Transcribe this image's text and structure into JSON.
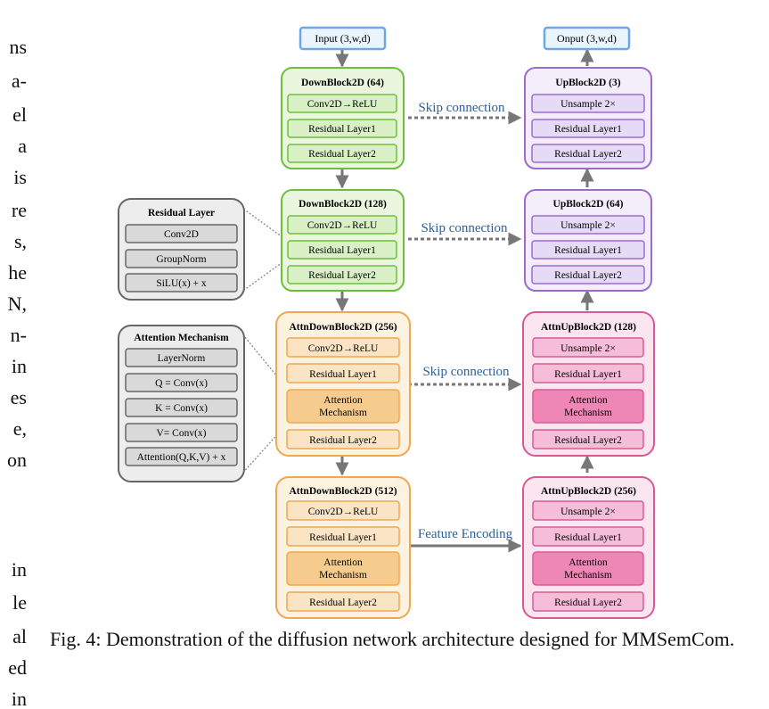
{
  "left_margin_text": [
    "ns",
    "a-",
    "el",
    "a",
    "is",
    "re",
    "s,",
    "he",
    "N,",
    "n-",
    "in",
    "es",
    "e,",
    "on",
    "in",
    "le",
    "al",
    "ed",
    "in"
  ],
  "input_label": "Input (3,w,d)",
  "output_label": "Onput (3,w,d)",
  "down_blocks": [
    {
      "title": "DownBlock2D (64)",
      "layers": [
        "Conv2D→ReLU",
        "Residual Layer1",
        "Residual Layer2"
      ]
    },
    {
      "title": "DownBlock2D (128)",
      "layers": [
        "Conv2D→ReLU",
        "Residual Layer1",
        "Residual Layer2"
      ]
    },
    {
      "title": "AttnDownBlock2D (256)",
      "layers": [
        "Conv2D→ReLU",
        "Residual Layer1",
        "Attention|Mechanism",
        "Residual Layer2"
      ]
    },
    {
      "title": "AttnDownBlock2D (512)",
      "layers": [
        "Conv2D→ReLU",
        "Residual Layer1",
        "Attention|Mechanism",
        "Residual Layer2"
      ]
    }
  ],
  "up_blocks": [
    {
      "title": "UpBlock2D (3)",
      "layers": [
        "Unsample 2×",
        "Residual Layer1",
        "Residual Layer2"
      ]
    },
    {
      "title": "UpBlock2D (64)",
      "layers": [
        "Unsample 2×",
        "Residual Layer1",
        "Residual Layer2"
      ]
    },
    {
      "title": "AttnUpBlock2D (128)",
      "layers": [
        "Unsample 2×",
        "Residual Layer1",
        "Attention|Mechanism",
        "Residual Layer2"
      ]
    },
    {
      "title": "AttnUpBlock2D (256)",
      "layers": [
        "Unsample 2×",
        "Residual Layer1",
        "Attention|Mechanism",
        "Residual Layer2"
      ]
    }
  ],
  "residual_detail": {
    "title": "Residual Layer",
    "items": [
      "Conv2D",
      "GroupNorm",
      "SiLU(x) + x"
    ]
  },
  "attention_detail": {
    "title": "Attention Mechanism",
    "items": [
      "LayerNorm",
      "Q = Conv(x)",
      "K = Conv(x)",
      "V= Conv(x)",
      "Attention(Q,K,V) + x"
    ]
  },
  "connections": [
    "Skip connection",
    "Skip connection",
    "Skip connection",
    "Feature Encoding"
  ],
  "caption": "Fig. 4: Demonstration of the diffusion network architecture designed for MMSemCom.",
  "colors": {
    "green_border": "#6cbf3c",
    "green_fill": "#eaf7de",
    "green_layer": "#d9f0c7",
    "purple_border": "#9b6bd0",
    "purple_fill": "#f4eefb",
    "purple_layer": "#e6dbf6",
    "orange_border": "#f0a850",
    "orange_fill": "#fdf1e0",
    "orange_layer": "#fbe4c3",
    "orange_attn": "#f6cc8e",
    "pink_border": "#d9589b",
    "pink_fill": "#fbe6f0",
    "pink_layer": "#f5bdd8",
    "pink_attn": "#ee87b6",
    "gray_border": "#666666",
    "gray_fill": "#ededed",
    "gray_layer": "#d9d9d9",
    "io_border": "#6aa8e6",
    "io_fill": "#eaf4fd",
    "arrow": "#777777",
    "skip_text": "#2e5f98"
  }
}
